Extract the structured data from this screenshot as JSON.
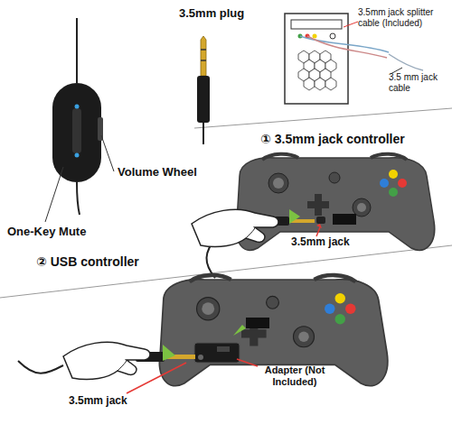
{
  "diagram": {
    "labels": [
      "3.5mm plug",
      "3.5mm jack splitter cable (Included)",
      "3.5 mm jack cable",
      "Volume Wheel",
      "One-Key Mute",
      "① 3.5mm jack controller",
      "3.5mm jack",
      "② USB controller",
      "3.5mm jack",
      "Adapter (Not Included)"
    ]
  }
}
